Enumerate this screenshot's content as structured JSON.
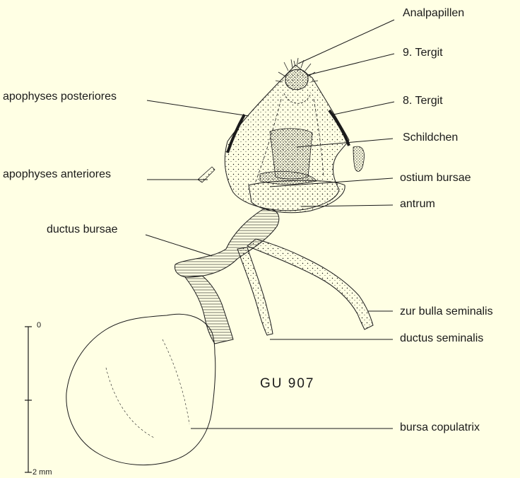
{
  "figure": {
    "specimen_ref": "GU 907",
    "labels": {
      "analpapillen": "Analpapillen",
      "tergit9": "9. Tergit",
      "tergit8": "8. Tergit",
      "schildchen": "Schildchen",
      "ostium_bursae": "ostium bursae",
      "antrum": "antrum",
      "zur_bulla_seminalis": "zur bulla seminalis",
      "ductus_seminalis": "ductus seminalis",
      "bursa_copulatrix": "bursa copulatrix",
      "apophyses_posteriores": "apophyses posteriores",
      "apophyses_anteriores": "apophyses anteriores",
      "ductus_bursae": "ductus bursae"
    },
    "scale": {
      "top_label": "0",
      "bottom_label": "2 mm"
    },
    "colors": {
      "background": "#ffffe4",
      "ink": "#1a1a1a"
    }
  }
}
